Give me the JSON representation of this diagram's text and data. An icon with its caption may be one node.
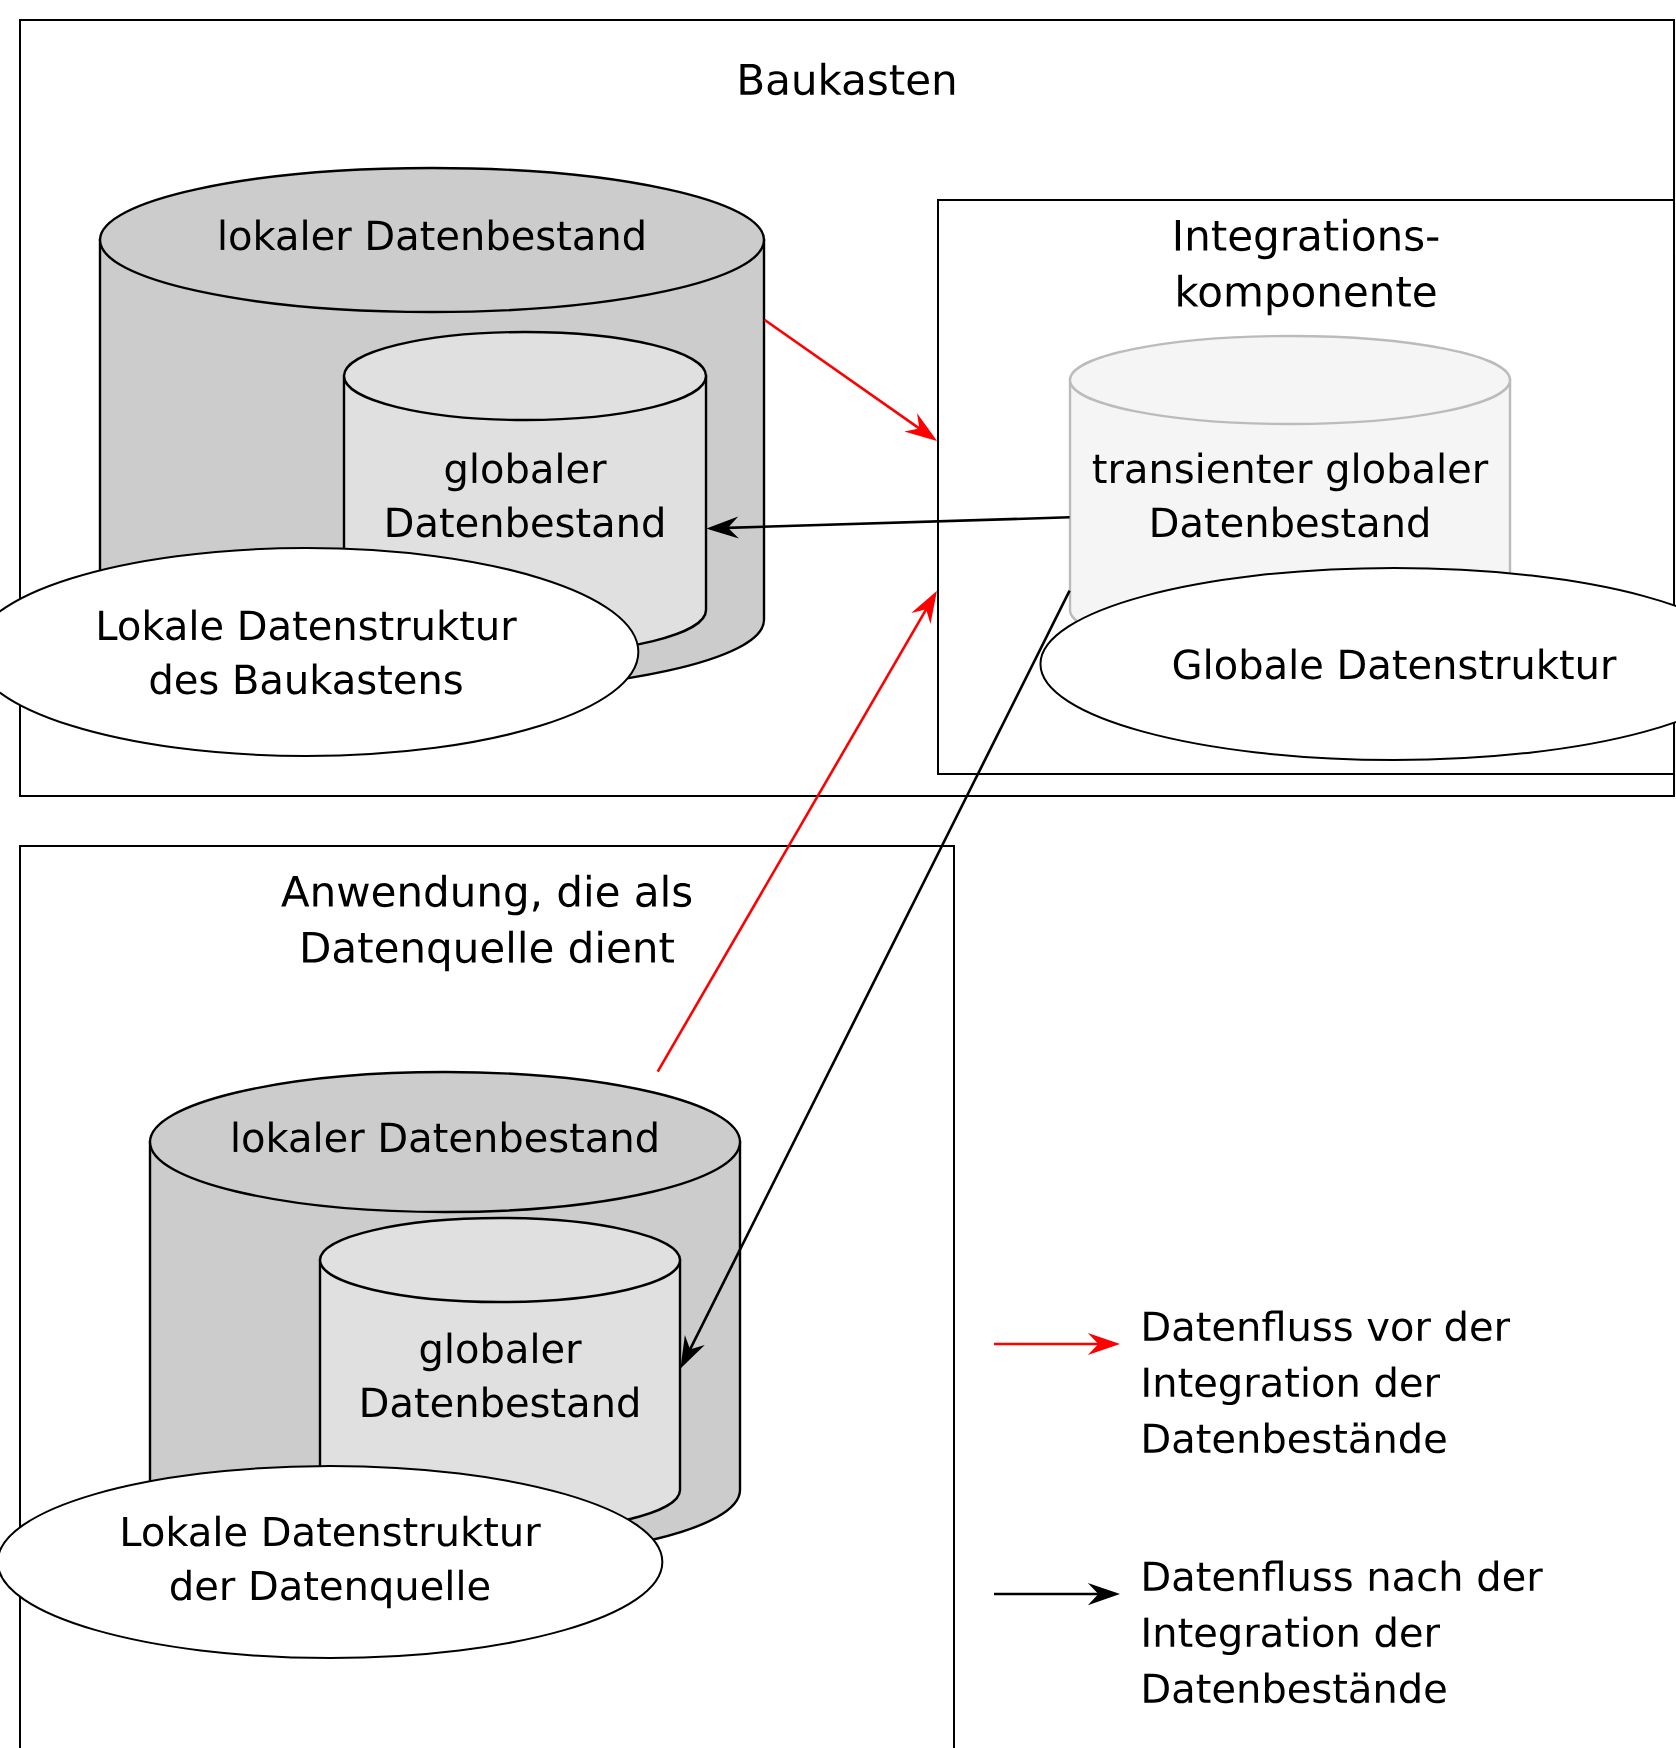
{
  "diagram": {
    "nodes": [
      {
        "text": [
          "Baukasten"
        ]
      },
      {
        "text": [
          "lokaler Datenbestand"
        ],
        "in": 0
      },
      {
        "text": [
          "globaler Datenbestand"
        ],
        "in": 1
      },
      {
        "text": [
          "Lokale Datenstruktur des Baukastens"
        ],
        "in": 0
      },
      {
        "text": [
          "Integrations- komponente"
        ],
        "in": 0
      },
      {
        "text": [
          "transienter globaler Datenbestand"
        ],
        "in": 4
      },
      {
        "text": [
          "Globale Datenstruktur"
        ],
        "in": 4
      },
      {
        "text": [
          "Anwendung, die als Datenquelle dient"
        ]
      },
      {
        "text": [
          "lokaler Datenbestand"
        ],
        "in": 7
      },
      {
        "text": [
          "globaler Datenbestand"
        ],
        "in": 8
      },
      {
        "text": [
          "Lokale Datenstruktur der Datenquelle"
        ],
        "in": 7
      }
    ],
    "edges": [
      {
        "from": 1,
        "to": 4,
        "arrow": "to",
        "color": "#ff0000"
      },
      {
        "from": 5,
        "to": 2,
        "arrow": "to",
        "color": "#000000"
      },
      {
        "from": 8,
        "to": 4,
        "arrow": "to",
        "color": "#ff0000"
      },
      {
        "from": 5,
        "to": 9,
        "arrow": "to",
        "color": "#000000"
      }
    ],
    "legend": [
      {
        "text": "Datenfluss vor der Integration der Datenbestände"
      },
      {
        "text": "Datenfluss nach der Integration der Datenbestände"
      }
    ]
  }
}
